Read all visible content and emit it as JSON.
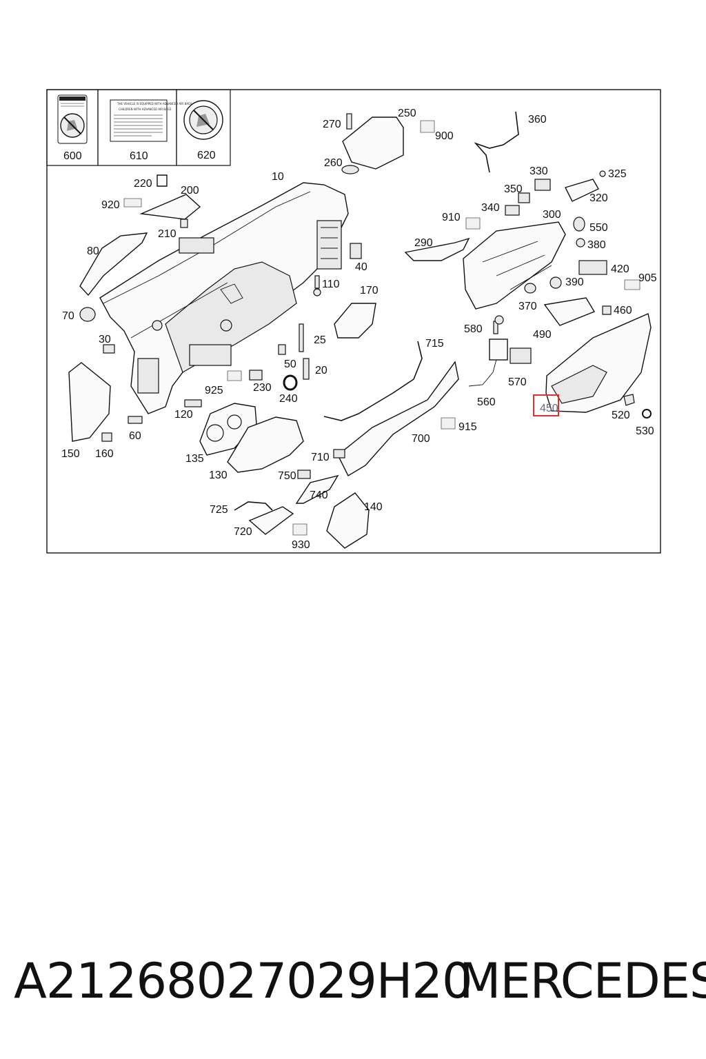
{
  "diagram": {
    "labels": {
      "600": "600",
      "610": "610",
      "620": "620",
      "10": "10",
      "20": "20",
      "25": "25",
      "30": "30",
      "40": "40",
      "50": "50",
      "60": "60",
      "70": "70",
      "80": "80",
      "110": "110",
      "120": "120",
      "130": "130",
      "135": "135",
      "140": "140",
      "150": "150",
      "160": "160",
      "170": "170",
      "200": "200",
      "210": "210",
      "220": "220",
      "230": "230",
      "240": "240",
      "250": "250",
      "260": "260",
      "270": "270",
      "290": "290",
      "300": "300",
      "320": "320",
      "325": "325",
      "330": "330",
      "340": "340",
      "350": "350",
      "360": "360",
      "370": "370",
      "380": "380",
      "390": "390",
      "420": "420",
      "450": "450",
      "460": "460",
      "490": "490",
      "520": "520",
      "530": "530",
      "550": "550",
      "560": "560",
      "570": "570",
      "580": "580",
      "700": "700",
      "710": "710",
      "715": "715",
      "720": "720",
      "725": "725",
      "740": "740",
      "750": "750",
      "900": "900",
      "905": "905",
      "910": "910",
      "915": "915",
      "920": "920",
      "925": "925",
      "930": "930"
    },
    "highlighted_part": "450",
    "highlight_color": "#e03030",
    "warning_sticker_text": {
      "title": "THE VEHICLE IS EQUIPPED WITH ADVANCED AIR BAGS",
      "subtitle": "CHILDREN WITH ADVANCED AIR BAGS"
    }
  },
  "caption": {
    "part_number": "A21268027029H20",
    "brand": "MERCEDES"
  }
}
